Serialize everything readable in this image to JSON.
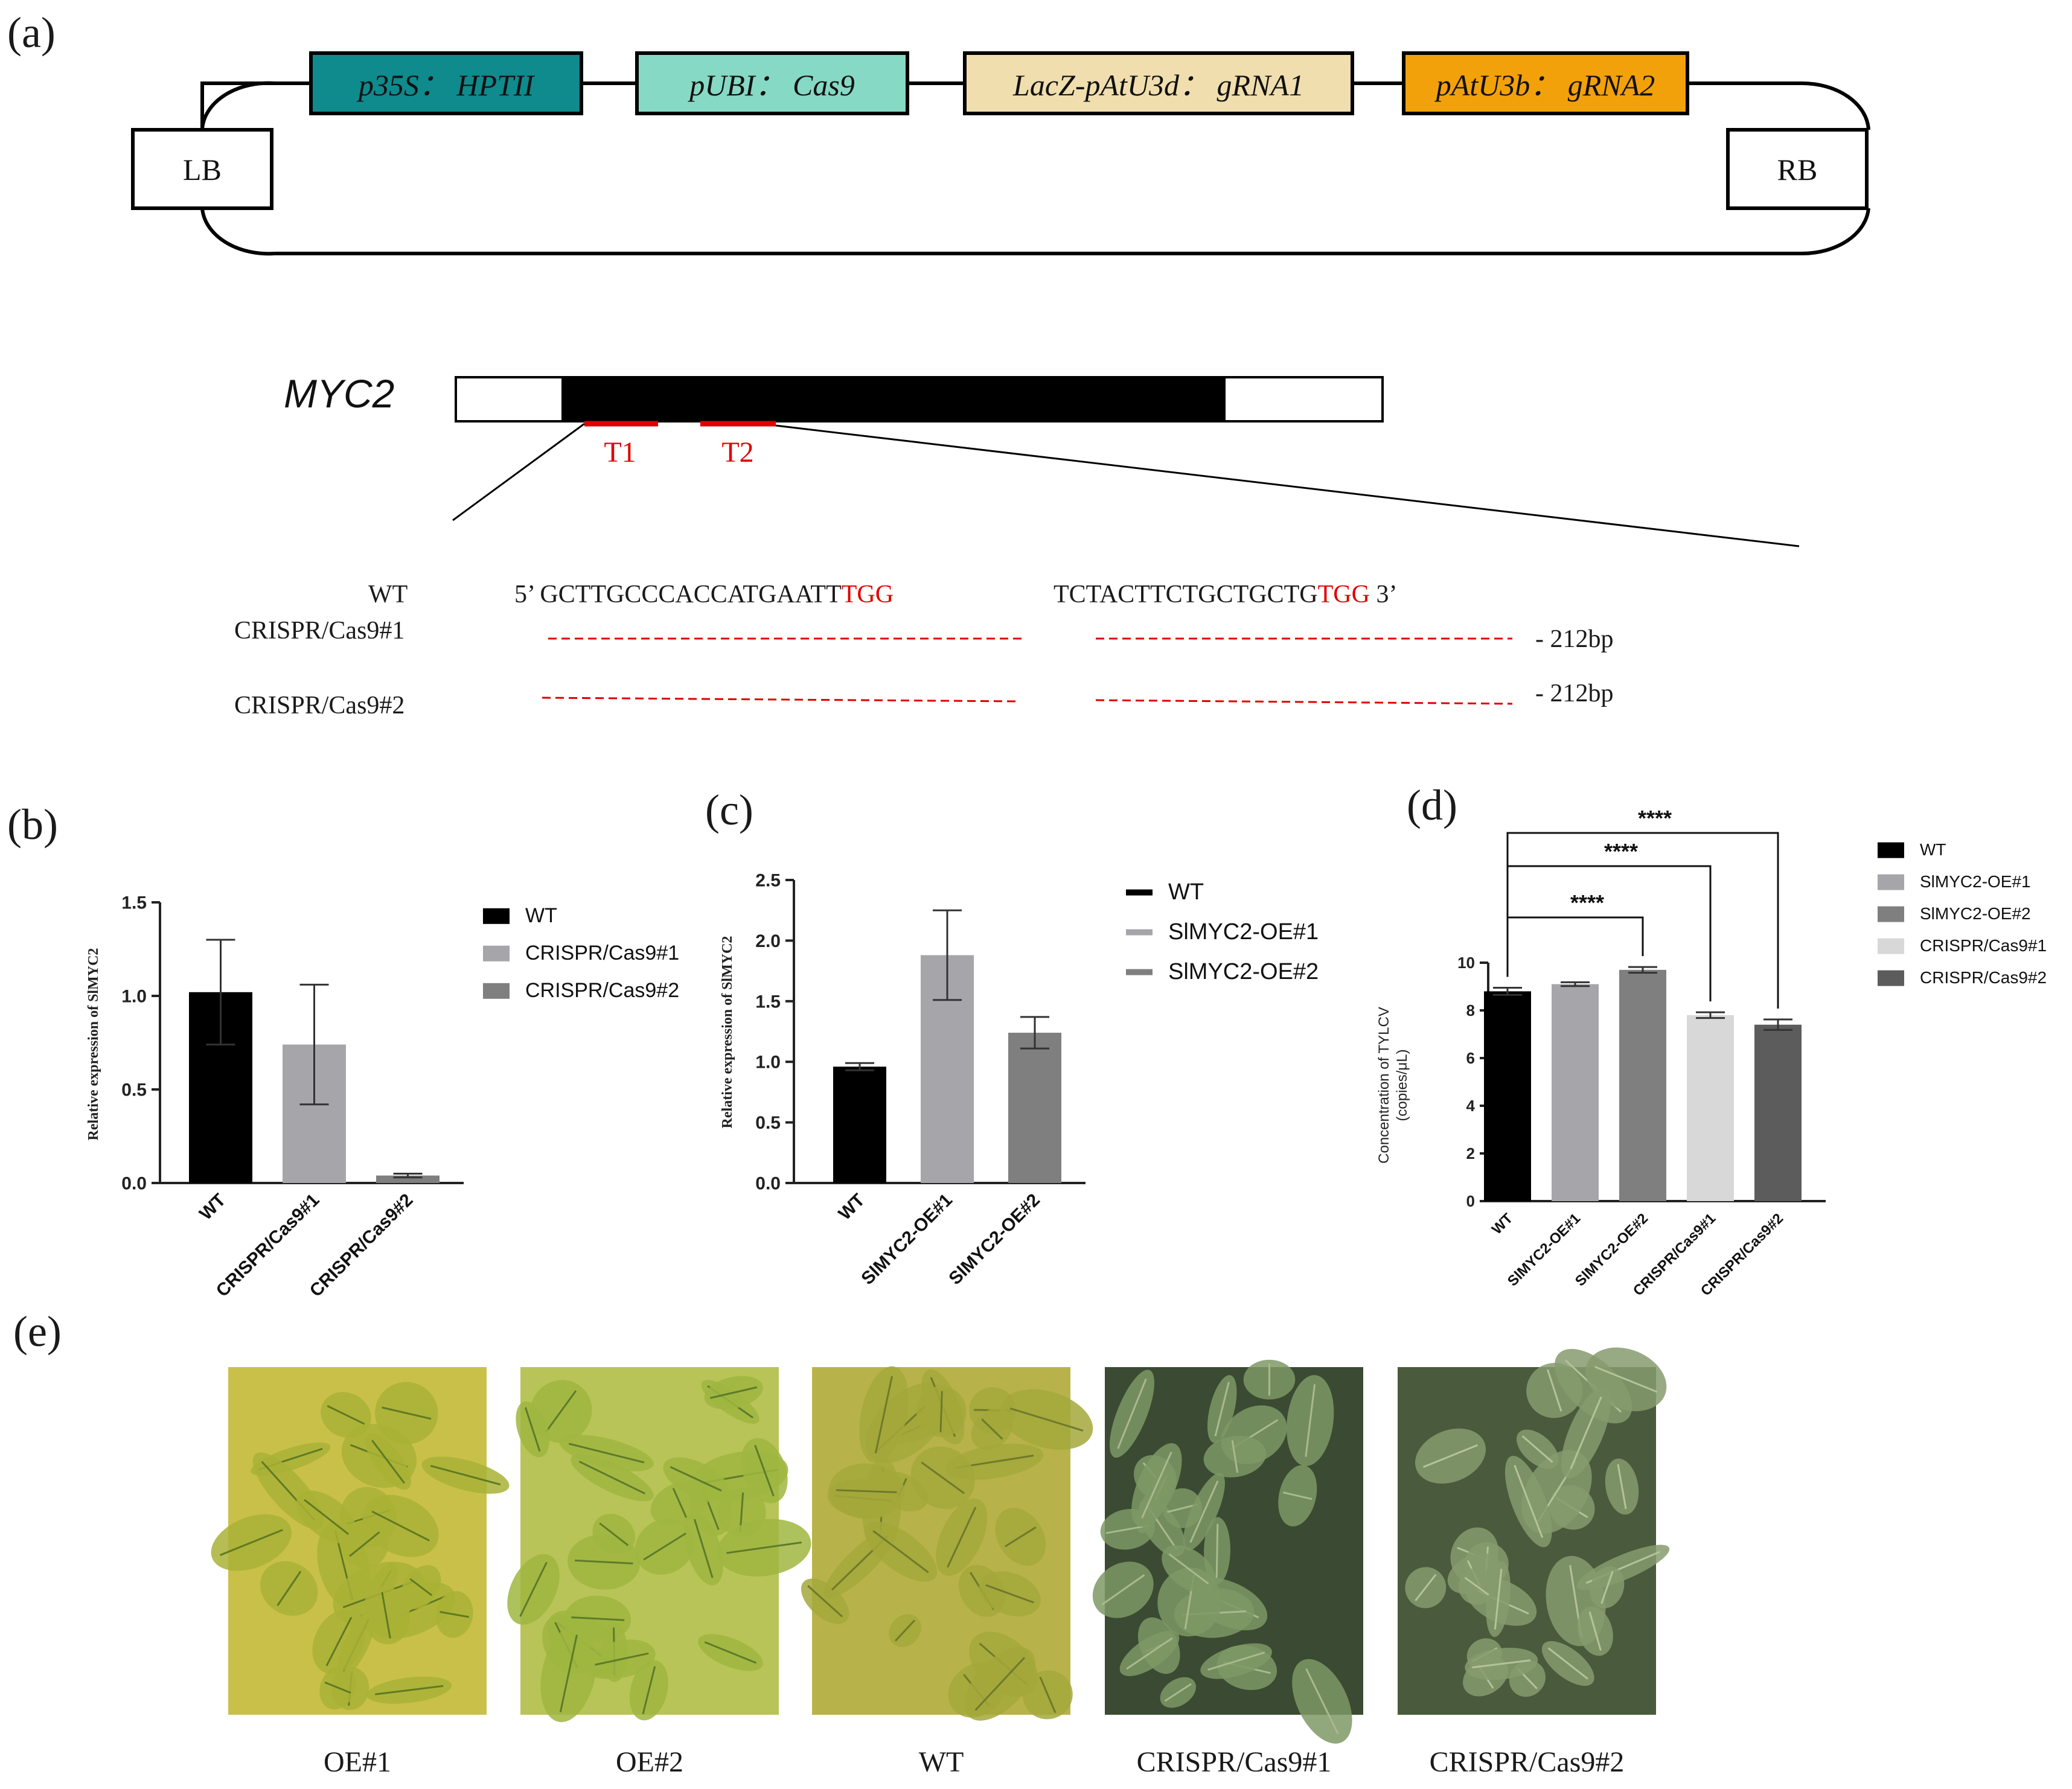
{
  "panels": {
    "a": "(a)",
    "b": "(b)",
    "c": "(c)",
    "d": "(d)",
    "e": "(e)"
  },
  "construct": {
    "lb": "LB",
    "rb": "RB",
    "cassettes": [
      {
        "label": "p35S： HPTII",
        "color": "#0f8a8d"
      },
      {
        "label": "pUBI： Cas9",
        "color": "#86d9c4"
      },
      {
        "label": "LacZ-pAtU3d： gRNA1",
        "color": "#f0deae"
      },
      {
        "label": "pAtU3b： gRNA2",
        "color": "#f2a10a"
      }
    ]
  },
  "gene": {
    "name": "MYC2",
    "targets": [
      "T1",
      "T2"
    ]
  },
  "sequences": {
    "rows": [
      {
        "name": "WT",
        "seq1_prefix": "5’ GCTTGCCCACCATGAATT",
        "seq1_pam": "TGG",
        "seq2_main": "TCTACTTCTGCTGCTG",
        "seq2_pam": "TGG",
        "seq2_suffix": " 3’"
      },
      {
        "name": "CRISPR/Cas9#1",
        "deletion": "- 212bp"
      },
      {
        "name": "CRISPR/Cas9#2",
        "deletion": "- 212bp"
      }
    ]
  },
  "chart_data": [
    {
      "type": "bar",
      "panel": "b",
      "ylabel": "Relative expression of SlMYC2",
      "categories": [
        "WT",
        "CRISPR/Cas9#1",
        "CRISPR/Cas9#2"
      ],
      "values": [
        1.02,
        0.74,
        0.04
      ],
      "errors": [
        0.28,
        0.32,
        0.01
      ],
      "colors": [
        "#000000",
        "#a5a5aa",
        "#7f7f7f"
      ],
      "ylim": [
        0,
        1.5
      ],
      "yticks": [
        "0.0",
        "0.5",
        "1.0",
        "1.5"
      ],
      "legend": [
        "WT",
        "CRISPR/Cas9#1",
        "CRISPR/Cas9#2"
      ]
    },
    {
      "type": "bar",
      "panel": "c",
      "ylabel": "Relative expression of SlMYC2",
      "categories": [
        "WT",
        "SlMYC2-OE#1",
        "SlMYC2-OE#2"
      ],
      "values": [
        0.96,
        1.88,
        1.24
      ],
      "errors": [
        0.03,
        0.37,
        0.13
      ],
      "colors": [
        "#000000",
        "#a5a5aa",
        "#7f7f7f"
      ],
      "ylim": [
        0,
        2.5
      ],
      "yticks": [
        "0.0",
        "0.5",
        "1.0",
        "1.5",
        "2.0",
        "2.5"
      ],
      "legend": [
        "WT",
        "SlMYC2-OE#1",
        "SlMYC2-OE#2"
      ]
    },
    {
      "type": "bar",
      "panel": "d",
      "ylabel_line1": "Concentration of TYLCV",
      "ylabel_line2": "(copies/μL)",
      "categories": [
        "WT",
        "SlMYC2-OE#1",
        "SlMYC2-OE#2",
        "CRISPR/Cas9#1",
        "CRISPR/Cas9#2"
      ],
      "values": [
        8.8,
        9.1,
        9.7,
        7.8,
        7.4
      ],
      "errors": [
        0.15,
        0.08,
        0.12,
        0.12,
        0.22
      ],
      "colors": [
        "#000000",
        "#a5a5aa",
        "#7f7f7f",
        "#d8d8d8",
        "#5c5c5c"
      ],
      "ylim": [
        0,
        10
      ],
      "yticks": [
        "0",
        "2",
        "4",
        "6",
        "8",
        "10"
      ],
      "legend": [
        "WT",
        "SlMYC2-OE#1",
        "SlMYC2-OE#2",
        "CRISPR/Cas9#1",
        "CRISPR/Cas9#2"
      ],
      "significance": [
        "****",
        "****",
        "****"
      ]
    }
  ],
  "photos": [
    {
      "caption": "OE#1",
      "bg": "#c9c04a",
      "leaf": "#a9b236",
      "vein": "#5f7a22"
    },
    {
      "caption": "OE#2",
      "bg": "#b9c458",
      "leaf": "#9fb640",
      "vein": "#5e7b2a"
    },
    {
      "caption": "WT",
      "bg": "#b8b24a",
      "leaf": "#a3a83a",
      "vein": "#6e7a2b"
    },
    {
      "caption": "CRISPR/Cas9#1",
      "bg": "#3b4a32",
      "leaf": "#7e9865",
      "vein": "#a8b98e"
    },
    {
      "caption": "CRISPR/Cas9#2",
      "bg": "#4a5a3c",
      "leaf": "#869b6d",
      "vein": "#b3c29a"
    }
  ]
}
